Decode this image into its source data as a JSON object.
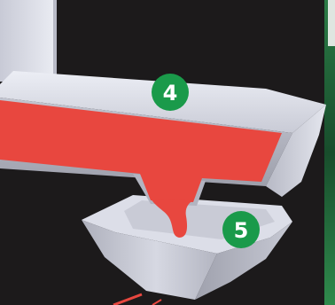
{
  "markers": [
    {
      "id": "step-4",
      "label": "4"
    },
    {
      "id": "step-5",
      "label": "5"
    }
  ],
  "colors": {
    "background": "#1c1a1b",
    "metal_light": "#dfe0e9",
    "metal_mid": "#c4c6d2",
    "metal_dark": "#9a9ca8",
    "molten_flow": "#e8473f",
    "badge_green": "#1a9a4a",
    "badge_text": "#ffffff",
    "side_panel": "#1f6b3a"
  }
}
